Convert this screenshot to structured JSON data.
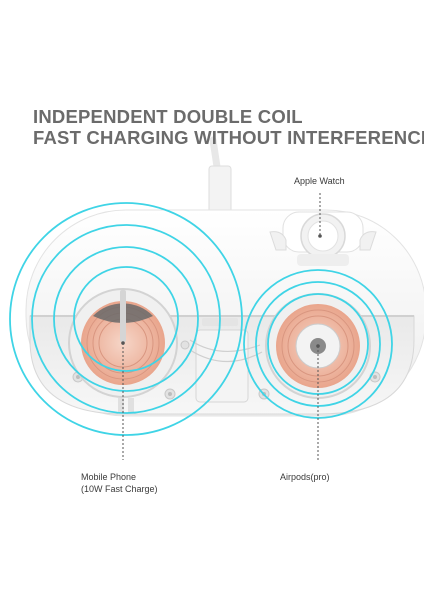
{
  "headline": {
    "line1": "INDEPENDENT DOUBLE COIL",
    "line2": "FAST CHARGING WITHOUT INTERFERENCE"
  },
  "labels": {
    "apple_watch": "Apple Watch",
    "mobile_phone_line1": "Mobile Phone",
    "mobile_phone_line2": "(10W Fast Charge)",
    "airpods": "Airpods(pro)"
  },
  "colors": {
    "headline_text": "#6b6b6b",
    "wave_cyan": "#3fd4e6",
    "coil_copper": "#e7a58f",
    "device_white": "#f6f6f6",
    "device_shadow": "#d9d9d9"
  },
  "icons": [
    "charging-cable",
    "apple-watch-dock",
    "phone-charging-coil",
    "airpods-charging-coil",
    "signal-wave-rings"
  ]
}
